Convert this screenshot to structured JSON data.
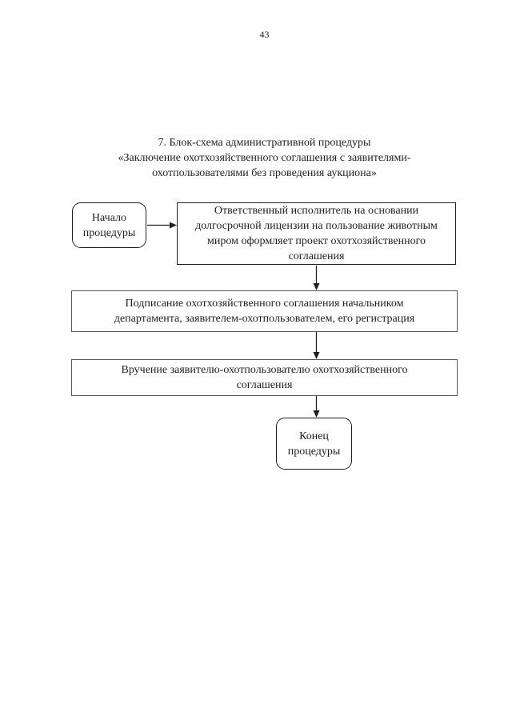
{
  "page": {
    "number": "43"
  },
  "title": {
    "lines": [
      "7. Блок-схема административной процедуры",
      "«Заключение охотхозяйственного соглашения с заявителями-",
      "охотпользователями без проведения аукциона»"
    ]
  },
  "flowchart": {
    "start_label": "Начало процедуры",
    "end_label": "Конец процедуры",
    "steps": [
      "Ответственный исполнитель на основании долгосрочной лицензии на пользование животным миром оформляет проект охотхозяйственного соглашения",
      "Подписание охотхозяйственного соглашения начальником департамента, заявителем-охотпользователем, его регистрация",
      "Вручение заявителю-охотпользователю охотхозяйственного соглашения"
    ]
  },
  "colors": {
    "text": "#1f1f1f",
    "border_dark": "#1f1f1f",
    "border_light": "#5a5a5a",
    "background": "#ffffff"
  }
}
